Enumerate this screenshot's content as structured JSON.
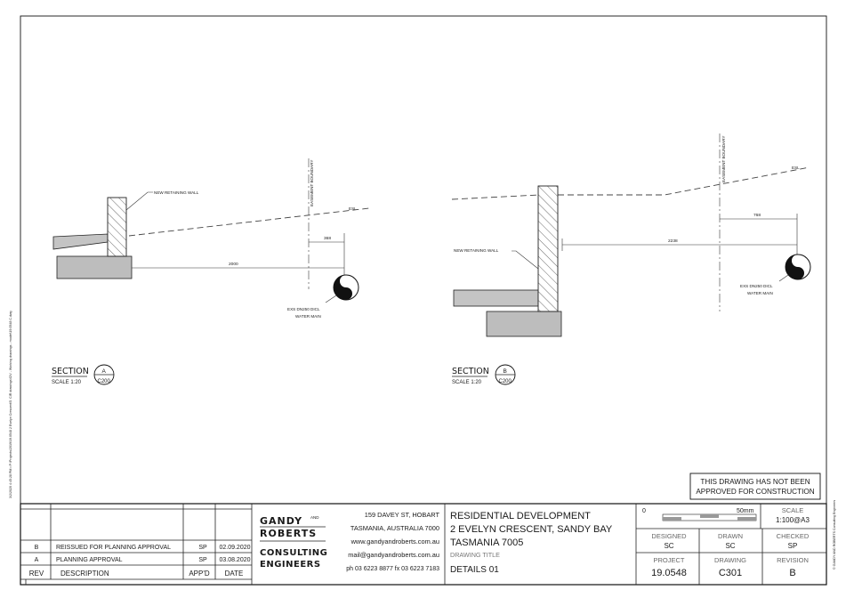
{
  "side_note_left": "3/2/2020 4:45:28 PM • P:\\Projects\\2019\\19.0548 2 Evelyn Crescent\\5. CIR drawings\\CIV - Working drawings - model\\19.0548 C.dwg",
  "side_note_right": "© GANDY AND ROBERTS Consulting Engineers",
  "section_a": {
    "wall_label": "NEW RETAINING WALL",
    "easement_label": "EASEMENT BOUNDARY",
    "esl_label": "ESL",
    "dim_easement": "368",
    "dim_main": "2000",
    "pipe_label_1": "EXS DN250 DICL",
    "pipe_label_2": "WATER MAIN",
    "title": "SECTION",
    "scale": "SCALE 1:20",
    "marker_letter": "A",
    "marker_ref": "C200"
  },
  "section_b": {
    "wall_label": "NEW RETAINING WALL",
    "easement_label": "EASEMENT BOUNDARY",
    "esl_label": "ESL",
    "dim_easement": "768",
    "dim_main": "2238",
    "pipe_label_1": "EXS DN250 DICL",
    "pipe_label_2": "WATER MAIN",
    "title": "SECTION",
    "scale": "SCALE 1:20",
    "marker_letter": "B",
    "marker_ref": "C200"
  },
  "stamp": {
    "line1": "THIS DRAWING HAS NOT BEEN",
    "line2": "APPROVED FOR CONSTRUCTION"
  },
  "revisions": {
    "headers": {
      "rev": "REV",
      "description": "DESCRIPTION",
      "approved": "APP'D",
      "date": "DATE"
    },
    "rows": [
      {
        "rev": "B",
        "description": "REISSUED FOR PLANNING APPROVAL",
        "approved": "SP",
        "date": "02.09.2020"
      },
      {
        "rev": "A",
        "description": "PLANNING APPROVAL",
        "approved": "SP",
        "date": "03.08.2020"
      }
    ]
  },
  "company": {
    "logo_line1": "GANDY",
    "logo_and": "AND",
    "logo_line2": "ROBERTS",
    "logo_line3": "CONSULTING",
    "logo_line4": "ENGINEERS",
    "address1": "159 DAVEY ST, HOBART",
    "address2": "TASMANIA, AUSTRALIA 7000",
    "website": "www.gandyandroberts.com.au",
    "email": "mail@gandyandroberts.com.au",
    "phone": "ph 03 6223 8877  fx 03 6223 7183"
  },
  "project": {
    "title1": "RESIDENTIAL DEVELOPMENT",
    "title2": "2 EVELYN CRESCENT, SANDY BAY",
    "title3": "TASMANIA 7005",
    "drawing_title_label": "DRAWING TITLE",
    "drawing_title": "DETAILS 01"
  },
  "info": {
    "scalebar_start": "0",
    "scalebar_end": "50mm",
    "scale_label": "SCALE",
    "scale_value": "1:100@A3",
    "designed_label": "DESIGNED",
    "designed_value": "SC",
    "drawn_label": "DRAWN",
    "drawn_value": "SC",
    "checked_label": "CHECKED",
    "checked_value": "SP",
    "project_label": "PROJECT",
    "project_value": "19.0548",
    "drawing_label": "DRAWING",
    "drawing_value": "C301",
    "revision_label": "REVISION",
    "revision_value": "B"
  }
}
